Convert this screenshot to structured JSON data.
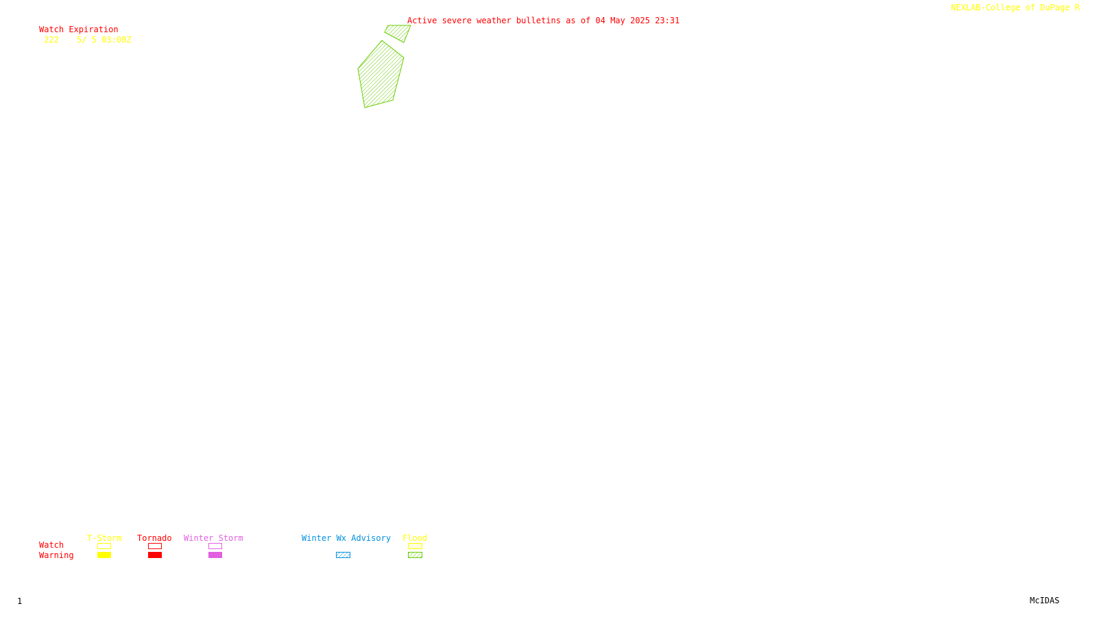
{
  "credit": "NEXLAB-College of DuPage R",
  "header": {
    "title": "Active severe weather bulletins as of 04 May 2025 23:31"
  },
  "watch_table": {
    "heading": "Watch Expiration",
    "rows": [
      {
        "watch": "222",
        "expiration": "5/ 5 03:00Z"
      }
    ]
  },
  "legend": {
    "row_labels": {
      "watch": "Watch",
      "warning": "Warning"
    },
    "categories": [
      {
        "label": "T-Storm",
        "color": "#ffff00",
        "watch": "outline",
        "warning": "filled"
      },
      {
        "label": "Tornado",
        "color": "#ff0000",
        "watch": "outline",
        "warning": "filled"
      },
      {
        "label": "Winter Storm",
        "color": "#e060e0",
        "watch": "outline",
        "warning": "filled"
      },
      {
        "label": "Winter Wx Advisory",
        "color": "#0090e0",
        "watch": null,
        "warning": "hatched"
      },
      {
        "label": "Flood",
        "color": "#ffff00",
        "watch": "hatched",
        "warning": "hatched",
        "warning_color": "#66cc00"
      }
    ]
  },
  "footer": {
    "frame_number": "1",
    "software": "McIDAS"
  },
  "map": {
    "flood_warning_color": "#66cc00"
  }
}
